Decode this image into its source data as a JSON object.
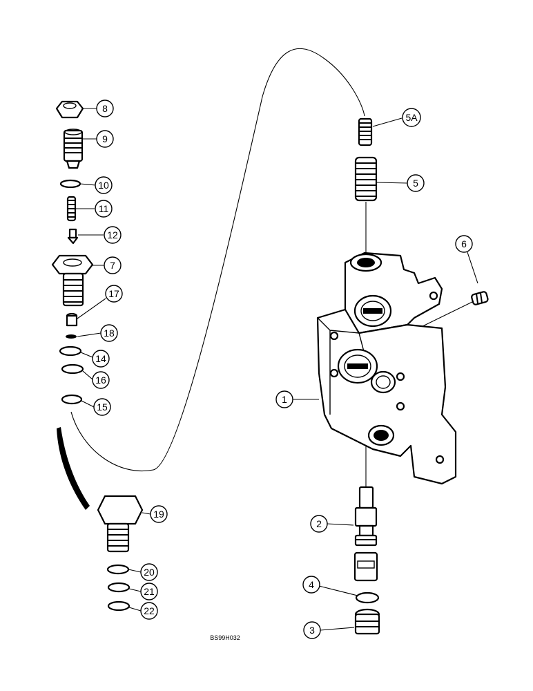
{
  "callouts": [
    {
      "key": "c8",
      "label": "8"
    },
    {
      "key": "c9",
      "label": "9"
    },
    {
      "key": "c10",
      "label": "10"
    },
    {
      "key": "c11",
      "label": "11"
    },
    {
      "key": "c12",
      "label": "12"
    },
    {
      "key": "c7",
      "label": "7"
    },
    {
      "key": "c17",
      "label": "17"
    },
    {
      "key": "c18",
      "label": "18"
    },
    {
      "key": "c14",
      "label": "14"
    },
    {
      "key": "c16",
      "label": "16"
    },
    {
      "key": "c15",
      "label": "15"
    },
    {
      "key": "c19",
      "label": "19"
    },
    {
      "key": "c20",
      "label": "20"
    },
    {
      "key": "c21",
      "label": "21"
    },
    {
      "key": "c22",
      "label": "22"
    },
    {
      "key": "c5A",
      "label": "5A"
    },
    {
      "key": "c5",
      "label": "5"
    },
    {
      "key": "c6",
      "label": "6"
    },
    {
      "key": "c1",
      "label": "1"
    },
    {
      "key": "c2",
      "label": "2"
    },
    {
      "key": "c4",
      "label": "4"
    },
    {
      "key": "c3",
      "label": "3"
    }
  ],
  "drawing_code": "BS99H032"
}
